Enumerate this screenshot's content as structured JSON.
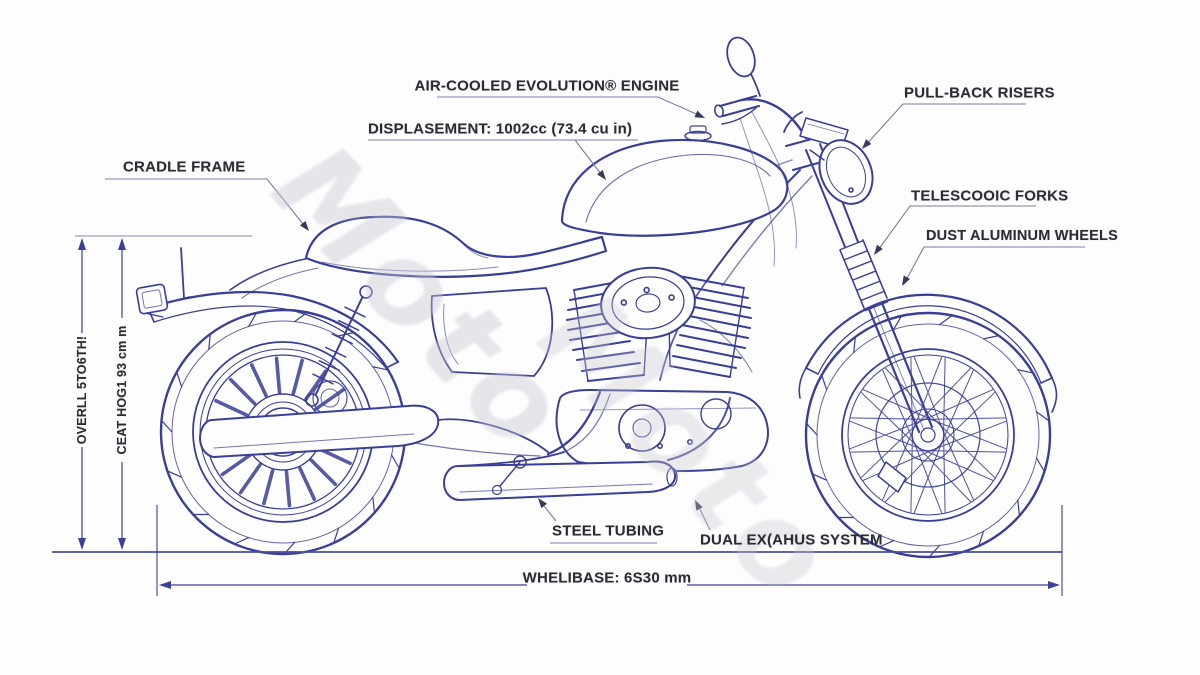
{
  "diagram": {
    "callouts": {
      "engine": "AIR-COOLED EVOLUTION® ENGINE",
      "displacement": "DISPLASEMENT: 1002cc (73.4 cu in)",
      "cradle_frame": "CRADLE FRAME",
      "pull_back_risers": "PULL-BACK RISERS",
      "telescopic_forks": "TELESCOOIC FORKS",
      "wheels": "DUST ALUMINUM WHEELS",
      "steel_tubing": "STEEL TUBING",
      "exhaust": "DUAL EX(AHUS SYSTEM"
    },
    "dimensions": {
      "overall_length": "OVERLL 5TO6TH!",
      "seat_height": "CEAT HOG1 93 cm m",
      "wheelbase": "WHELIBASE: 6S30 mm"
    },
    "watermark": "Moto",
    "colors": {
      "ink": "#3b3e96",
      "ink_dark": "#2e3380",
      "dimension_line": "#3c4096",
      "leader_line": "#777fa3",
      "label_text": "#2c2d33",
      "watermark": "#c6c6cf",
      "background": "#fdfdfe"
    }
  }
}
